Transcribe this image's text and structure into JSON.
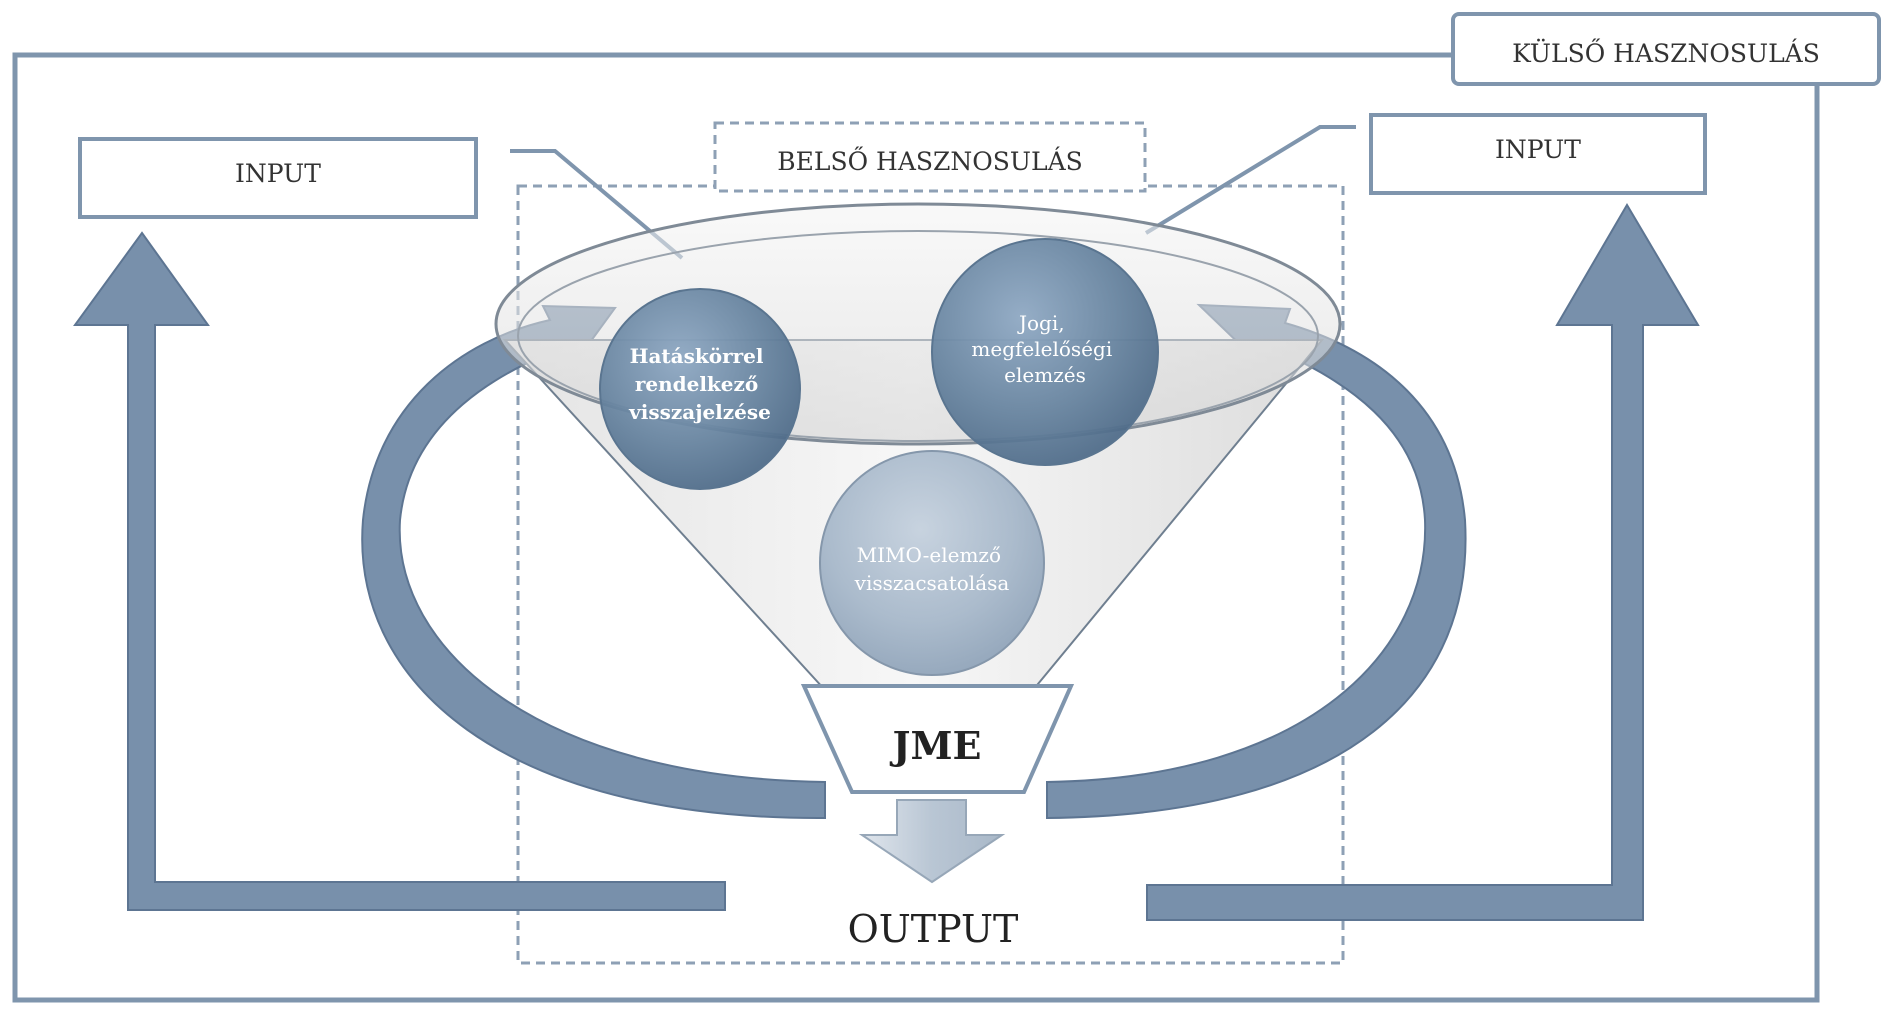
{
  "outer_label": "KÜLSŐ HASZNOSULÁS",
  "inner_label": "BELSŐ HASZNOSULÁS",
  "input_left": "INPUT",
  "input_right": "INPUT",
  "circle_left": [
    "Hatáskörrel",
    "rendelkező",
    "visszajelzése"
  ],
  "circle_right": [
    "Jogi,",
    "megfelelőségi",
    "elemzés"
  ],
  "circle_bottom": [
    "MIMO-elemző",
    "visszacsatolása"
  ],
  "funnel_label": "JME",
  "output_label": "OUTPUT",
  "colors": {
    "frame": "#7f95ad",
    "arrow_fill": "#7890ab",
    "arrow_dark": "#5d7592",
    "dashed": "#8ea0b5",
    "circle_dark": "#5f7d9c",
    "circle_light": "#9fb1c6"
  }
}
